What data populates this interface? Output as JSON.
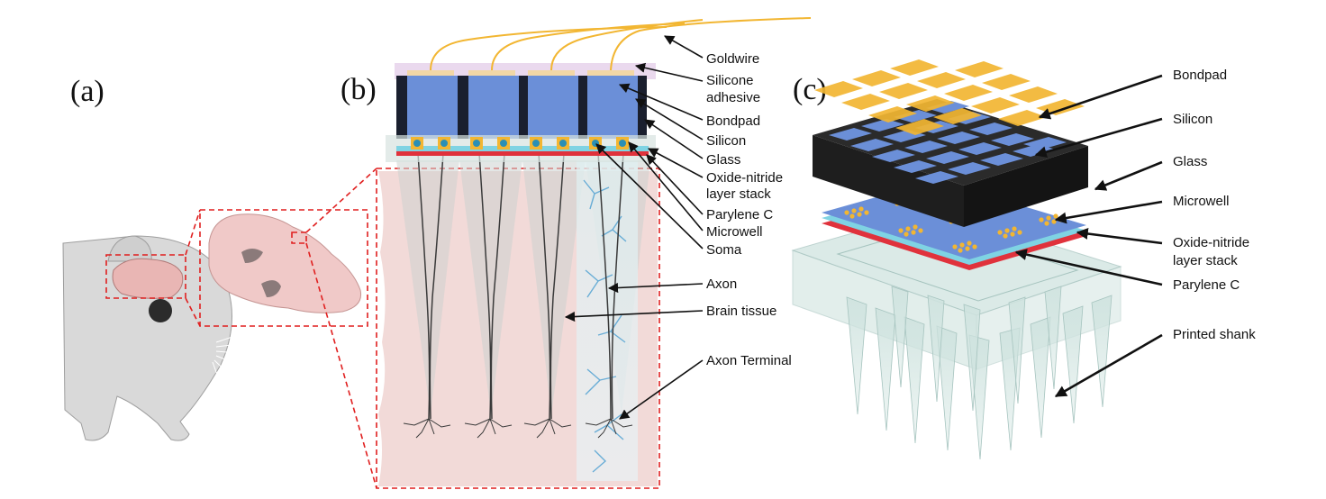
{
  "panels": {
    "a": {
      "letter": "(a)"
    },
    "b": {
      "letter": "(b)",
      "labels": [
        "Goldwire",
        "Silicone",
        "adhesive",
        "Bondpad",
        "Silicon",
        "Glass",
        "Oxide-nitride",
        "layer stack",
        "Parylene C",
        "Microwell",
        "Soma",
        "Axon",
        "Brain tissue",
        "Axon Terminal"
      ]
    },
    "c": {
      "letter": "(c)",
      "labels": [
        "Bondpad",
        "Silicon",
        "Glass",
        "Microwell",
        "Oxide-nitride",
        "layer stack",
        "Parylene C",
        "Printed shank"
      ]
    }
  },
  "colors": {
    "silicon": "#6b8fd8",
    "dark": "#1a1f2e",
    "gold": "#f2b632",
    "parylene": "#e0323c",
    "oxide": "#7fd3e3",
    "tissue": "#f1d6d4",
    "shank": "#cfe3df",
    "mouse": "#d9d9d9",
    "brain": "#e9b6b4",
    "dashed": "#e01f1f"
  }
}
